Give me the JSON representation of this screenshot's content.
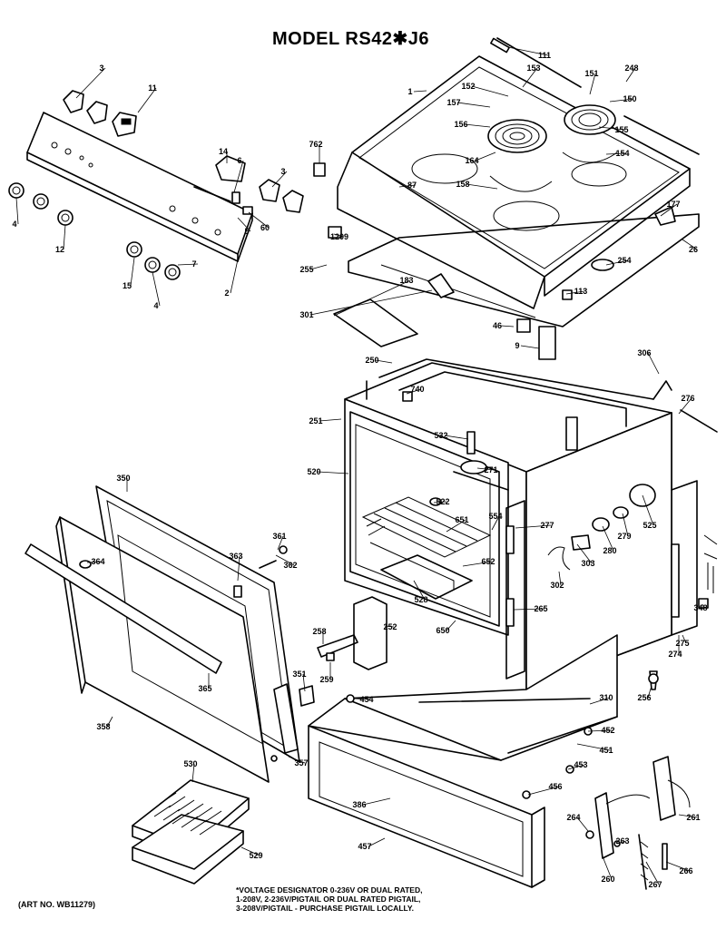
{
  "title": "MODEL RS42✱J6",
  "art_no": "(ART NO. WB11279)",
  "footnote": [
    "*VOLTAGE DESIGNATOR 0-236V OR DUAL RATED,",
    "1-208V, 2-236V/PIGTAIL OR DUAL RATED PIGTAIL,",
    "3-208V/PIGTAIL - PURCHASE PIGTAIL LOCALLY."
  ],
  "callouts": [
    {
      "label": "3"
    },
    {
      "label": "11"
    },
    {
      "label": "14"
    },
    {
      "label": "6"
    },
    {
      "label": "3"
    },
    {
      "label": "4"
    },
    {
      "label": "12"
    },
    {
      "label": "5"
    },
    {
      "label": "60"
    },
    {
      "label": "7"
    },
    {
      "label": "15"
    },
    {
      "label": "4"
    },
    {
      "label": "2"
    },
    {
      "label": "762"
    },
    {
      "label": "1209"
    },
    {
      "label": "255"
    },
    {
      "label": "301"
    },
    {
      "label": "183"
    },
    {
      "label": "1"
    },
    {
      "label": "111"
    },
    {
      "label": "152"
    },
    {
      "label": "153"
    },
    {
      "label": "151"
    },
    {
      "label": "248"
    },
    {
      "label": "157"
    },
    {
      "label": "150"
    },
    {
      "label": "156"
    },
    {
      "label": "155"
    },
    {
      "label": "164"
    },
    {
      "label": "154"
    },
    {
      "label": "158"
    },
    {
      "label": "87"
    },
    {
      "label": "177"
    },
    {
      "label": "26"
    },
    {
      "label": "254"
    },
    {
      "label": "113"
    },
    {
      "label": "46"
    },
    {
      "label": "9"
    },
    {
      "label": "250"
    },
    {
      "label": "740"
    },
    {
      "label": "306"
    },
    {
      "label": "276"
    },
    {
      "label": "251"
    },
    {
      "label": "532"
    },
    {
      "label": "520"
    },
    {
      "label": "271"
    },
    {
      "label": "522"
    },
    {
      "label": "651"
    },
    {
      "label": "554"
    },
    {
      "label": "277"
    },
    {
      "label": "279"
    },
    {
      "label": "525"
    },
    {
      "label": "280"
    },
    {
      "label": "303"
    },
    {
      "label": "652"
    },
    {
      "label": "528"
    },
    {
      "label": "302"
    },
    {
      "label": "265"
    },
    {
      "label": "650"
    },
    {
      "label": "350"
    },
    {
      "label": "361"
    },
    {
      "label": "363"
    },
    {
      "label": "362"
    },
    {
      "label": "364"
    },
    {
      "label": "365"
    },
    {
      "label": "358"
    },
    {
      "label": "351"
    },
    {
      "label": "357"
    },
    {
      "label": "256"
    },
    {
      "label": "259"
    },
    {
      "label": "252"
    },
    {
      "label": "454"
    },
    {
      "label": "310"
    },
    {
      "label": "258"
    },
    {
      "label": "274"
    },
    {
      "label": "275"
    },
    {
      "label": "348"
    },
    {
      "label": "452"
    },
    {
      "label": "451"
    },
    {
      "label": "453"
    },
    {
      "label": "456"
    },
    {
      "label": "386"
    },
    {
      "label": "457"
    },
    {
      "label": "530"
    },
    {
      "label": "529"
    },
    {
      "label": "264"
    },
    {
      "label": "263"
    },
    {
      "label": "260"
    },
    {
      "label": "267"
    },
    {
      "label": "266"
    },
    {
      "label": "261"
    }
  ]
}
